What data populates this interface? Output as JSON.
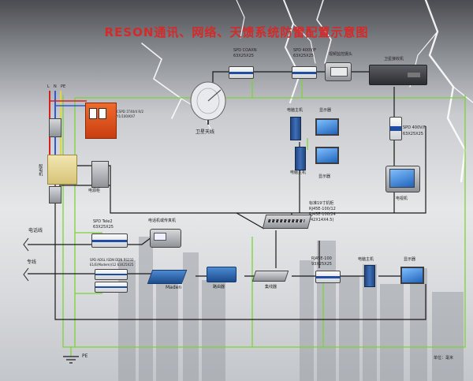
{
  "title": "RESON通讯、网络、天馈系统防雷配置示意图",
  "labels": {
    "spd_coaxn": "SPD COAXN",
    "spd_coaxn_size": "63X25X25",
    "spd_400v_top": "SPD 400V/F",
    "spd_400v_top_size": "63X25X25",
    "camera": "视频监控摄头",
    "satellite_receiver": "卫星接收机",
    "satellite_antenna": "卫星天线",
    "pc_host_1": "电脑主机",
    "display_1": "显示器",
    "pc_host_2": "电脑主机",
    "display_2": "显示器",
    "spd_400v_right": "SPD 400V/F",
    "spd_400v_right_size": "63X25X25",
    "tv": "电视机",
    "power_cabinet": "电源柜",
    "breaker_label": "CSPD 1T40/4 R/2",
    "breaker_sub": "Y1/100/KX7",
    "left_terminals": [
      "L",
      "N",
      "PE"
    ],
    "cabinet_label": "配电机",
    "phone_line": "电话线",
    "spd_tele": "SPD    Tele2",
    "spd_tele_size": "63X25X25",
    "fax": "电话机或传真机",
    "dedicated_line": "专线",
    "spd_adsl": "SPD  ADSL  ISDN  DDN  RS232",
    "spd_adsl_size": "E1/E(Modem)/12  63X25X25",
    "modem": "Maden",
    "router": "路由器",
    "switch_top": "标准19寸机柜",
    "switch_spec": "RJ45E-100/12",
    "switch_spec2": "RJ45E-100/24",
    "switch_spec3": "(42X14X4.5)",
    "switch": "集线器",
    "rj45": "RJ45E-100",
    "rj45_size": "93X25X25",
    "pc_host_3": "电脑主机",
    "display_3": "显示器",
    "pe": "PE",
    "unit": "单位：毫米"
  },
  "colors": {
    "title": "#d42a2a",
    "green_wire": "#7cd33a",
    "yellow_wire": "#e2d44a",
    "black_wire": "#1a1a1a",
    "red_wire": "#d62020",
    "blue_wire": "#2c5bd1",
    "spd_band": "#1e4da3"
  },
  "icons": {
    "lightning": "lightning-bolt-icon",
    "ground": "ground-symbol-icon"
  }
}
